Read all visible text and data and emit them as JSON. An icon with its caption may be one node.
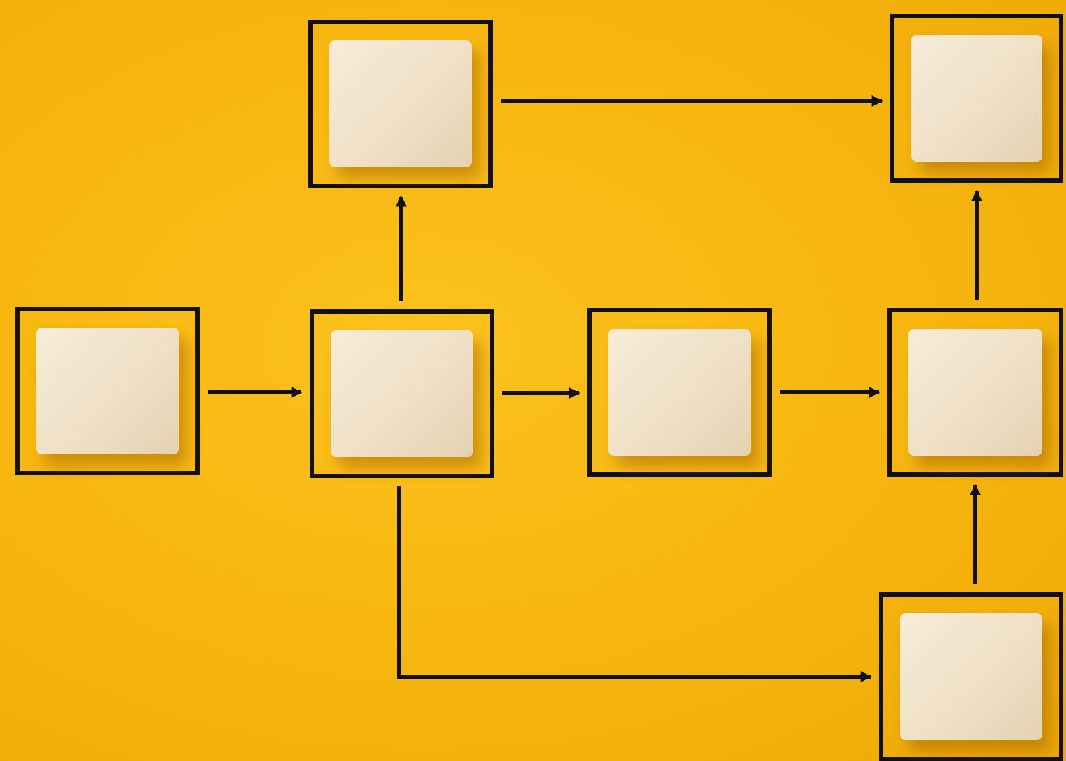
{
  "diagram": {
    "nodes": [
      {
        "text": [],
        "shape": "box"
      },
      {
        "text": [],
        "shape": "box"
      },
      {
        "text": [],
        "shape": "box"
      },
      {
        "text": [],
        "shape": "box"
      },
      {
        "text": [],
        "shape": "box"
      },
      {
        "text": [],
        "shape": "box"
      },
      {
        "text": [],
        "shape": "box"
      }
    ],
    "edges": [
      {
        "from": 2,
        "to": 3,
        "arrow": "to"
      },
      {
        "from": 3,
        "to": 0,
        "arrow": "to"
      },
      {
        "from": 0,
        "to": 1,
        "arrow": "to"
      },
      {
        "from": 3,
        "to": 4,
        "arrow": "to"
      },
      {
        "from": 4,
        "to": 5,
        "arrow": "to"
      },
      {
        "from": 5,
        "to": 1,
        "arrow": "to"
      },
      {
        "from": 6,
        "to": 5,
        "arrow": "to"
      },
      {
        "from": 3,
        "to": 6,
        "arrow": "to"
      }
    ]
  }
}
